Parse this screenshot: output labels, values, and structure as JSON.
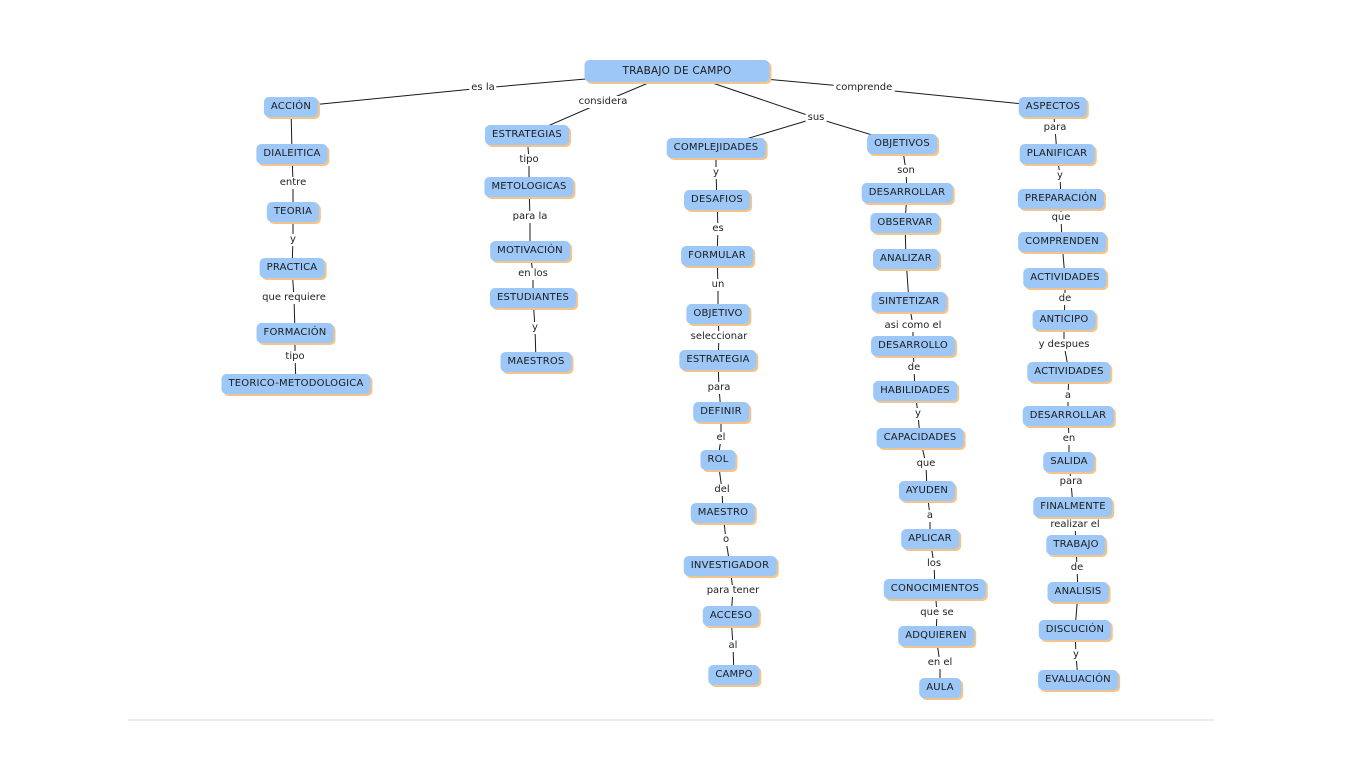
{
  "concept_map": {
    "nodes": [
      {
        "id": "root",
        "label": "TRABAJO DE CAMPO"
      },
      {
        "id": "accion",
        "label": "ACCIÓN"
      },
      {
        "id": "dialeitica",
        "label": "DIALEITICA"
      },
      {
        "id": "teoria",
        "label": "TEORIA"
      },
      {
        "id": "practica",
        "label": "PRACTICA"
      },
      {
        "id": "formacion",
        "label": "FORMACIÓN"
      },
      {
        "id": "teorico",
        "label": "TEORICO-METODOLOGICA"
      },
      {
        "id": "estrategias",
        "label": "ESTRATEGIAS"
      },
      {
        "id": "metologicas",
        "label": "METOLOGICAS"
      },
      {
        "id": "motivacion",
        "label": "MOTIVACIÓN"
      },
      {
        "id": "estudiantes",
        "label": "ESTUDIANTES"
      },
      {
        "id": "maestros",
        "label": "MAESTROS"
      },
      {
        "id": "complejidades",
        "label": "COMPLEJIDADES"
      },
      {
        "id": "desafios",
        "label": "DESAFIOS"
      },
      {
        "id": "formular",
        "label": "FORMULAR"
      },
      {
        "id": "objetivo",
        "label": "OBJETIVO"
      },
      {
        "id": "estrategia",
        "label": "ESTRATEGIA"
      },
      {
        "id": "definir",
        "label": "DEFINIR"
      },
      {
        "id": "rol",
        "label": "ROL"
      },
      {
        "id": "maestro",
        "label": "MAESTRO"
      },
      {
        "id": "investigador",
        "label": "INVESTIGADOR"
      },
      {
        "id": "acceso",
        "label": "ACCESO"
      },
      {
        "id": "campo",
        "label": "CAMPO"
      },
      {
        "id": "objetivos",
        "label": "OBJETIVOS"
      },
      {
        "id": "desarrollar1",
        "label": "DESARROLLAR"
      },
      {
        "id": "observar",
        "label": "OBSERVAR"
      },
      {
        "id": "analizar",
        "label": "ANALIZAR"
      },
      {
        "id": "sintetizar",
        "label": "SINTETIZAR"
      },
      {
        "id": "desarrollo",
        "label": "DESARROLLO"
      },
      {
        "id": "habilidades",
        "label": "HABILIDADES"
      },
      {
        "id": "capacidades",
        "label": "CAPACIDADES"
      },
      {
        "id": "ayuden",
        "label": "AYUDEN"
      },
      {
        "id": "aplicar",
        "label": "APLICAR"
      },
      {
        "id": "conocimientos",
        "label": "CONOCIMIENTOS"
      },
      {
        "id": "adquieren",
        "label": "ADQUIEREN"
      },
      {
        "id": "aula",
        "label": "AULA"
      },
      {
        "id": "aspectos",
        "label": "ASPECTOS"
      },
      {
        "id": "planificar",
        "label": "PLANIFICAR"
      },
      {
        "id": "preparacion",
        "label": "PREPARACIÓN"
      },
      {
        "id": "comprenden",
        "label": "COMPRENDEN"
      },
      {
        "id": "actividades1",
        "label": "ACTIVIDADES"
      },
      {
        "id": "anticipo",
        "label": "ANTICIPO"
      },
      {
        "id": "actividades2",
        "label": "ACTIVIDADES"
      },
      {
        "id": "desarrollar2",
        "label": "DESARROLLAR"
      },
      {
        "id": "salida",
        "label": "SALIDA"
      },
      {
        "id": "finalmente",
        "label": "FINALMENTE"
      },
      {
        "id": "trabajo",
        "label": "TRABAJO"
      },
      {
        "id": "analisis",
        "label": "ANALISIS"
      },
      {
        "id": "discucion",
        "label": "DISCUCIÓN"
      },
      {
        "id": "evaluacion",
        "label": "EVALUACIÓN"
      }
    ],
    "links": [
      {
        "id": "l_esla",
        "label": "es la"
      },
      {
        "id": "l_considera",
        "label": "considera"
      },
      {
        "id": "l_sus",
        "label": "sus"
      },
      {
        "id": "l_comprende",
        "label": "comprende"
      },
      {
        "id": "l_entre",
        "label": "entre"
      },
      {
        "id": "l_y1",
        "label": "y"
      },
      {
        "id": "l_querequiere",
        "label": "que requiere"
      },
      {
        "id": "l_tipo1",
        "label": "tipo"
      },
      {
        "id": "l_tipo2",
        "label": "tipo"
      },
      {
        "id": "l_parala",
        "label": "para la"
      },
      {
        "id": "l_enlos",
        "label": "en los"
      },
      {
        "id": "l_y2",
        "label": "y"
      },
      {
        "id": "l_y3",
        "label": "y"
      },
      {
        "id": "l_es",
        "label": "es"
      },
      {
        "id": "l_un",
        "label": "un"
      },
      {
        "id": "l_seleccionar",
        "label": "seleccionar"
      },
      {
        "id": "l_para1",
        "label": "para"
      },
      {
        "id": "l_el",
        "label": "el"
      },
      {
        "id": "l_del",
        "label": "del"
      },
      {
        "id": "l_o",
        "label": "o"
      },
      {
        "id": "l_paratener",
        "label": "para tener"
      },
      {
        "id": "l_al",
        "label": "al"
      },
      {
        "id": "l_son",
        "label": "son"
      },
      {
        "id": "l_asicomoel",
        "label": "asi como el"
      },
      {
        "id": "l_de1",
        "label": "de"
      },
      {
        "id": "l_y4",
        "label": "y"
      },
      {
        "id": "l_que1",
        "label": "que"
      },
      {
        "id": "l_a1",
        "label": "a"
      },
      {
        "id": "l_los",
        "label": "los"
      },
      {
        "id": "l_quese",
        "label": "que se"
      },
      {
        "id": "l_enel",
        "label": "en el"
      },
      {
        "id": "l_para2",
        "label": "para"
      },
      {
        "id": "l_y5",
        "label": "y"
      },
      {
        "id": "l_que2",
        "label": "que"
      },
      {
        "id": "l_de2",
        "label": "de"
      },
      {
        "id": "l_ydespues",
        "label": "y despues"
      },
      {
        "id": "l_a2",
        "label": "a"
      },
      {
        "id": "l_en",
        "label": "en"
      },
      {
        "id": "l_para3",
        "label": "para"
      },
      {
        "id": "l_realizarel",
        "label": "realizar el"
      },
      {
        "id": "l_de3",
        "label": "de"
      },
      {
        "id": "l_y6",
        "label": "y"
      }
    ]
  }
}
